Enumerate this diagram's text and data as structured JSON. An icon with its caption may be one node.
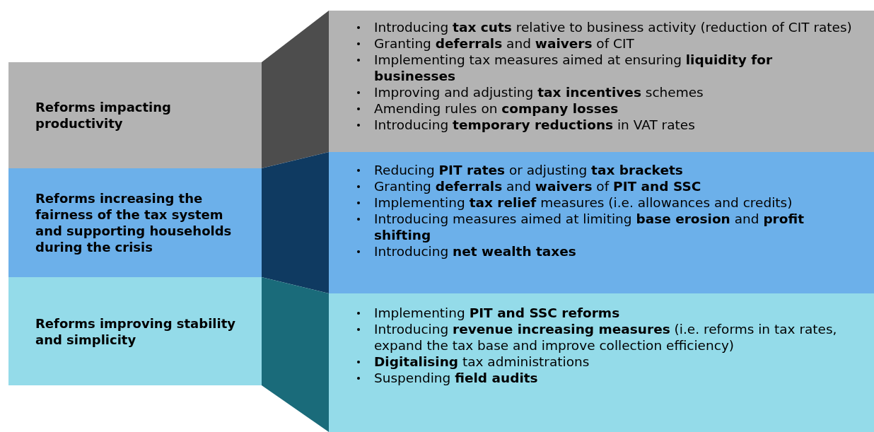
{
  "diagram": {
    "nodes": [
      {
        "text": [
          "Reforms impacting productivity"
        ]
      },
      {
        "text": [
          "Reforms increasing the fairness of the tax system and supporting households during the crisis"
        ]
      },
      {
        "text": [
          "Reforms improving stability and simplicity"
        ]
      },
      {
        "text": [
          "Introducing **tax cuts** relative to business activity (reduction of CIT rates)",
          "Granting **deferrals** and **waivers** of CIT",
          "Implementing tax measures aimed at ensuring **liquidity for businesses**",
          "Improving and adjusting **tax incentives** schemes",
          "Amending rules on **company losses**",
          "Introducing **temporary reductions** in VAT rates"
        ]
      },
      {
        "text": [
          "Reducing **PIT rates** or adjusting **tax brackets**",
          "Granting **deferrals** and **waivers** of **PIT and SSC**",
          "Implementing **tax relief** measures (i.e. allowances and credits)",
          "Introducing measures aimed at limiting **base erosion** and **profit shifting**",
          "Introducing **net wealth taxes**"
        ]
      },
      {
        "text": [
          "Implementing **PIT and SSC reforms**",
          "Introducing **revenue increasing measures** (i.e. reforms in tax rates, expand the tax base and improve collection efficiency)",
          "**Digitalising** tax administrations",
          "Suspending **field audits**"
        ]
      }
    ],
    "edges": [
      {
        "from": 0,
        "to": 3,
        "arrow": "none",
        "color": "#4d4d4d"
      },
      {
        "from": 1,
        "to": 4,
        "arrow": "none",
        "color": "#0f3a61"
      },
      {
        "from": 2,
        "to": 5,
        "arrow": "none",
        "color": "#1a6b7a"
      }
    ]
  }
}
